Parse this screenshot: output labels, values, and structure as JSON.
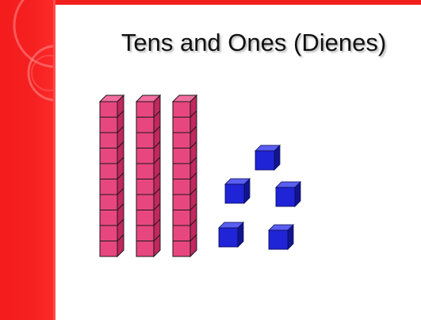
{
  "title": "Tens and Ones (Dienes)",
  "blocks": {
    "tens_rods": 3,
    "cubes_per_rod": 10,
    "ones_cubes": 5
  },
  "colors": {
    "band_red": "#f41c1c",
    "rod_front": "#e8467f",
    "rod_side": "#c2275f",
    "rod_top": "#f26ea0",
    "cube_front": "#1f24d6",
    "cube_side": "#12158f",
    "cube_top": "#5a5ef0"
  }
}
